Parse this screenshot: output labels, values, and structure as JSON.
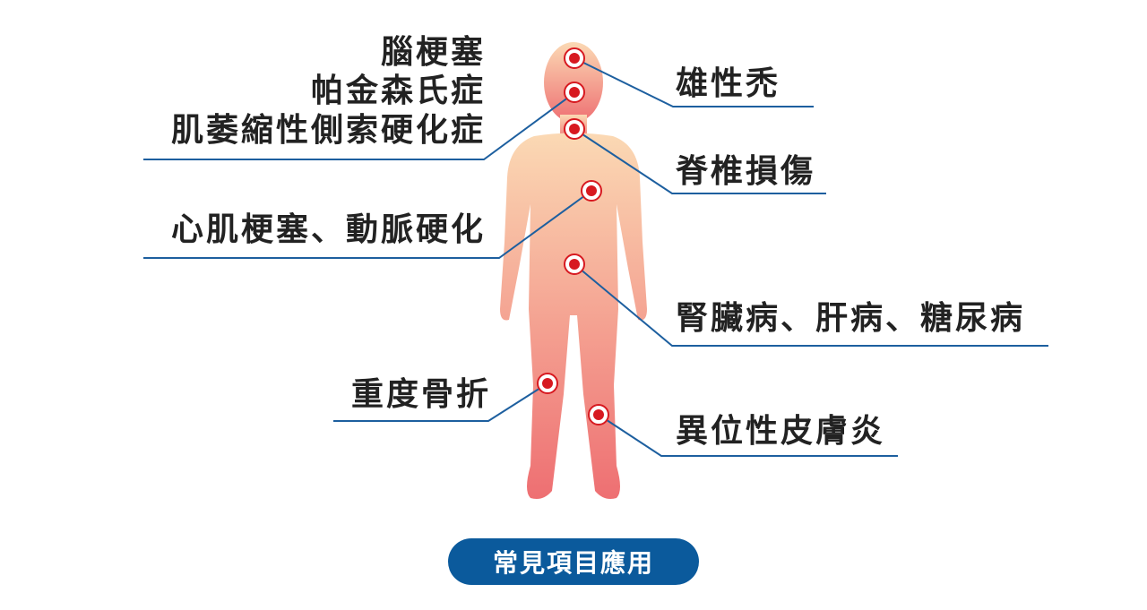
{
  "colors": {
    "line": "#1d5f9f",
    "marker": "#d71920",
    "badge": "#0b5a9c",
    "body_top": "#fbd6b0",
    "body_bottom": "#ef7474"
  },
  "labels": {
    "brain_1": "腦梗塞",
    "brain_2": "帕金森氏症",
    "brain_3": "肌萎縮性側索硬化症",
    "heart": "心肌梗塞、動脈硬化",
    "bone": "重度骨折",
    "hair": "雄性禿",
    "spine": "脊椎損傷",
    "organs": "腎臟病、肝病、糖尿病",
    "skin": "異位性皮膚炎"
  },
  "footer": {
    "badge_label": "常見項目應用"
  }
}
